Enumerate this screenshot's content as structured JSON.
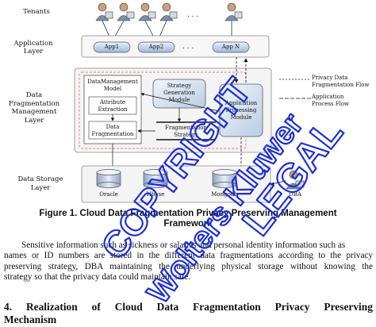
{
  "diagram": {
    "layers": {
      "tenants": "Tenants",
      "application": [
        "Application",
        "Layer"
      ],
      "fragmentation": [
        "Data",
        "Fragmentation",
        "Management",
        "Layer"
      ],
      "storage": [
        "Data Storage",
        "Layer"
      ]
    },
    "apps": [
      "App1",
      "App2",
      "App N"
    ],
    "ellipsis": ". . .",
    "boxes": {
      "data_management_model": [
        "DataManagement",
        "Model"
      ],
      "attribute_extraction": [
        "Attribute",
        "Extraction"
      ],
      "data_fragmentation": [
        "Data",
        "Fragmentation"
      ],
      "strategy_generation": [
        "Strategy",
        "Generation",
        "Module"
      ],
      "fragmentation_strategy": [
        "Fragmentation",
        "Strategy"
      ],
      "application_processing": [
        "Application",
        "Processing",
        "Module"
      ]
    },
    "legend": {
      "data_flow": [
        "Privacy Data",
        "Fragmentation Flow"
      ],
      "process_flow": [
        "Application",
        "Process Flow"
      ]
    },
    "databases": [
      "Oracle",
      "Hbase",
      "Mongodb"
    ],
    "dba": "DBA"
  },
  "caption": {
    "line1": "Figure 1. Cloud Data Fragmentation Privacy Preserving Management",
    "line2": "Framework"
  },
  "paragraph": [
    "Sensitive information such as sickness or salaries and personal identity information such as",
    "names or ID numbers are stored in the different data fragmentations according to the privacy",
    "preserving strategy, DBA maintaining the underlying physical storage without knowing the",
    "strategy so that the privacy data could maintain safe."
  ],
  "section_heading": {
    "words": [
      "4.",
      "Realization",
      "of",
      "Cloud",
      "Data",
      "Fragmentation",
      "Privacy",
      "Preserving"
    ],
    "line2": "Mechanism"
  },
  "watermark": {
    "text_upper": "COPYRIGHT",
    "text_lower": "Wolters Kluwer",
    "text_right": "LEGAL",
    "color": "#1d2fd6"
  }
}
